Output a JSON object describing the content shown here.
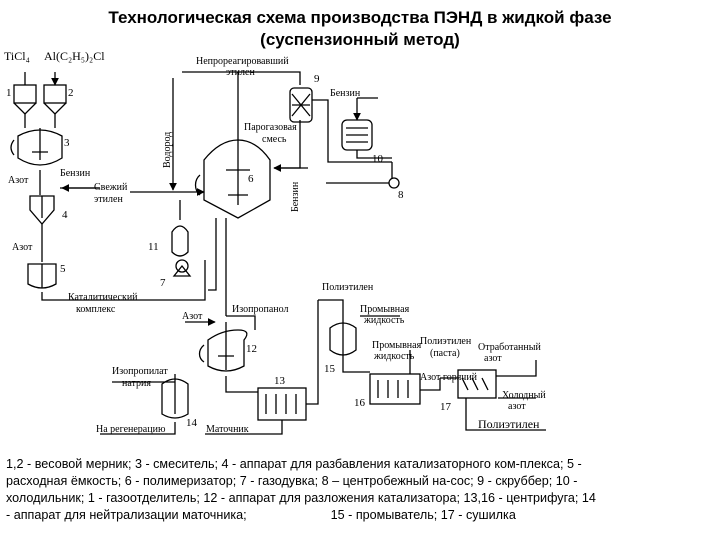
{
  "title": {
    "line1": "Технологическая схема производства ПЭНД в жидкой фазе",
    "line2": "(суспензионный метод)"
  },
  "labels": {
    "ticl4": "TiCl₄",
    "alcl": "Al(C₂H₅)₂Cl",
    "benzin_top": "Бензин",
    "benzin_mid": "Бензин",
    "benzin_vert": "Бензин",
    "azot_1": "Азот",
    "azot_2": "Азот",
    "azot_3": "Азот",
    "azot_hot": "Азот горячий",
    "azot_cold_1": "Холодный",
    "azot_cold_2": "азот",
    "azot_used_1": "Отработанный",
    "azot_used_2": "азот",
    "vodorod": "Водород",
    "unreacted_1": "Непрореагировавший",
    "unreacted_2": "этилен",
    "fresh_1": "Свежий",
    "fresh_2": "этилен",
    "vapor_1": "Парогазовая",
    "vapor_2": "смесь",
    "catalytic_1": "Каталитический",
    "catalytic_2": "комплекс",
    "isopropanol": "Изопропанол",
    "isopropylate_1": "Изопропилат",
    "isopropylate_2": "натрия",
    "regen": "На регенерацию",
    "mother": "Маточник",
    "polyethylene_1": "Полиэтилен",
    "polyethylene_paste_1": "Полиэтилен",
    "polyethylene_paste_2": "(паста)",
    "polyethylene_out": "Полиэтилен",
    "wash_1": "Промывная",
    "wash_2": "жидкость",
    "wash_3": "Промывная",
    "wash_4": "жидкость"
  },
  "numbers": [
    "1",
    "2",
    "3",
    "4",
    "5",
    "6",
    "7",
    "8",
    "9",
    "10",
    "11",
    "12",
    "13",
    "14",
    "15",
    "16",
    "17"
  ],
  "caption": {
    "line1": "1,2 - весовой мерник; 3 - смеситель; 4 - аппарат для разбавления катализаторного ком-плекса; 5 -",
    "line2": "расходная ёмкость; 6 - полимеризатор; 7 - газодувка; 8 – центробежный на-сос; 9 - скруббер; 10 -",
    "line3": "холодильник; 1 - газоотделитель; 12 - аппарат для разложения катализатора; 13,16 - центрифуга; 14",
    "line4": "- аппарат для нейтрализации маточника;                        15 - промыватель; 17 - сушилка"
  }
}
